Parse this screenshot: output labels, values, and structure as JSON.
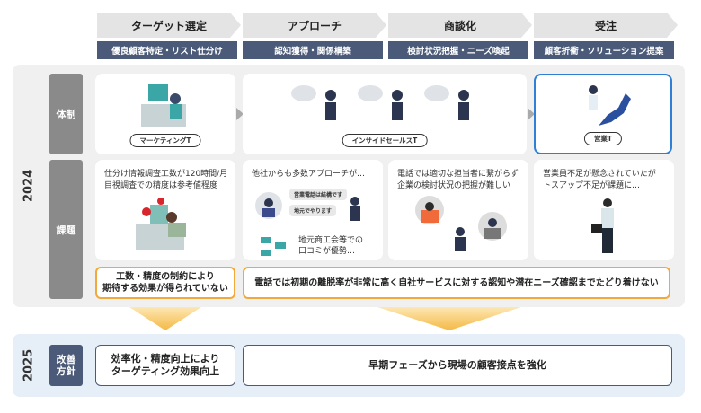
{
  "phases": [
    {
      "title": "ターゲット選定",
      "sub": "優良顧客特定・リスト仕分け"
    },
    {
      "title": "アプローチ",
      "sub": "認知獲得・関係構築"
    },
    {
      "title": "商談化",
      "sub": "検討状況把握・ニーズ喚起"
    },
    {
      "title": "受注",
      "sub": "顧客折衝・ソリューション提案"
    }
  ],
  "y2024": {
    "year": "2024",
    "row1_label": "体制",
    "row2_label": "課題",
    "teams": [
      "マーケティングT",
      "インサイドセールスT",
      "営業T"
    ],
    "issues": [
      {
        "text": "仕分け情報調査工数が120時間/月\n目視調査での精度は参考値程度"
      },
      {
        "text": "他社からも多数アプローチが…",
        "bubble1": "営業電話は結構です",
        "bubble2": "地元でやります",
        "text2": "地元商工会等での\n口コミが優勢…"
      },
      {
        "text": "電話では適切な担当者に繋がらず\n企業の検討状況の把握が難しい"
      },
      {
        "text": "営業員不足が懸念されていたが\nトスアップ不足が課題に…"
      }
    ],
    "summary": [
      "工数・精度の制約により\n期待する効果が得られていない",
      "電話では初期の離脱率が非常に高く自社サービスに対する認知や潜在ニーズ確認までたどり着けない"
    ]
  },
  "y2025": {
    "year": "2025",
    "label": "改善\n方針",
    "boxes": [
      "効率化・精度向上により\nターゲティング効果向上",
      "早期フェーズから現場の顧客接点を強化"
    ]
  },
  "colors": {
    "navy": "#4a5a78",
    "orange": "#f2a93b",
    "highlight": "#2e7fd6"
  }
}
